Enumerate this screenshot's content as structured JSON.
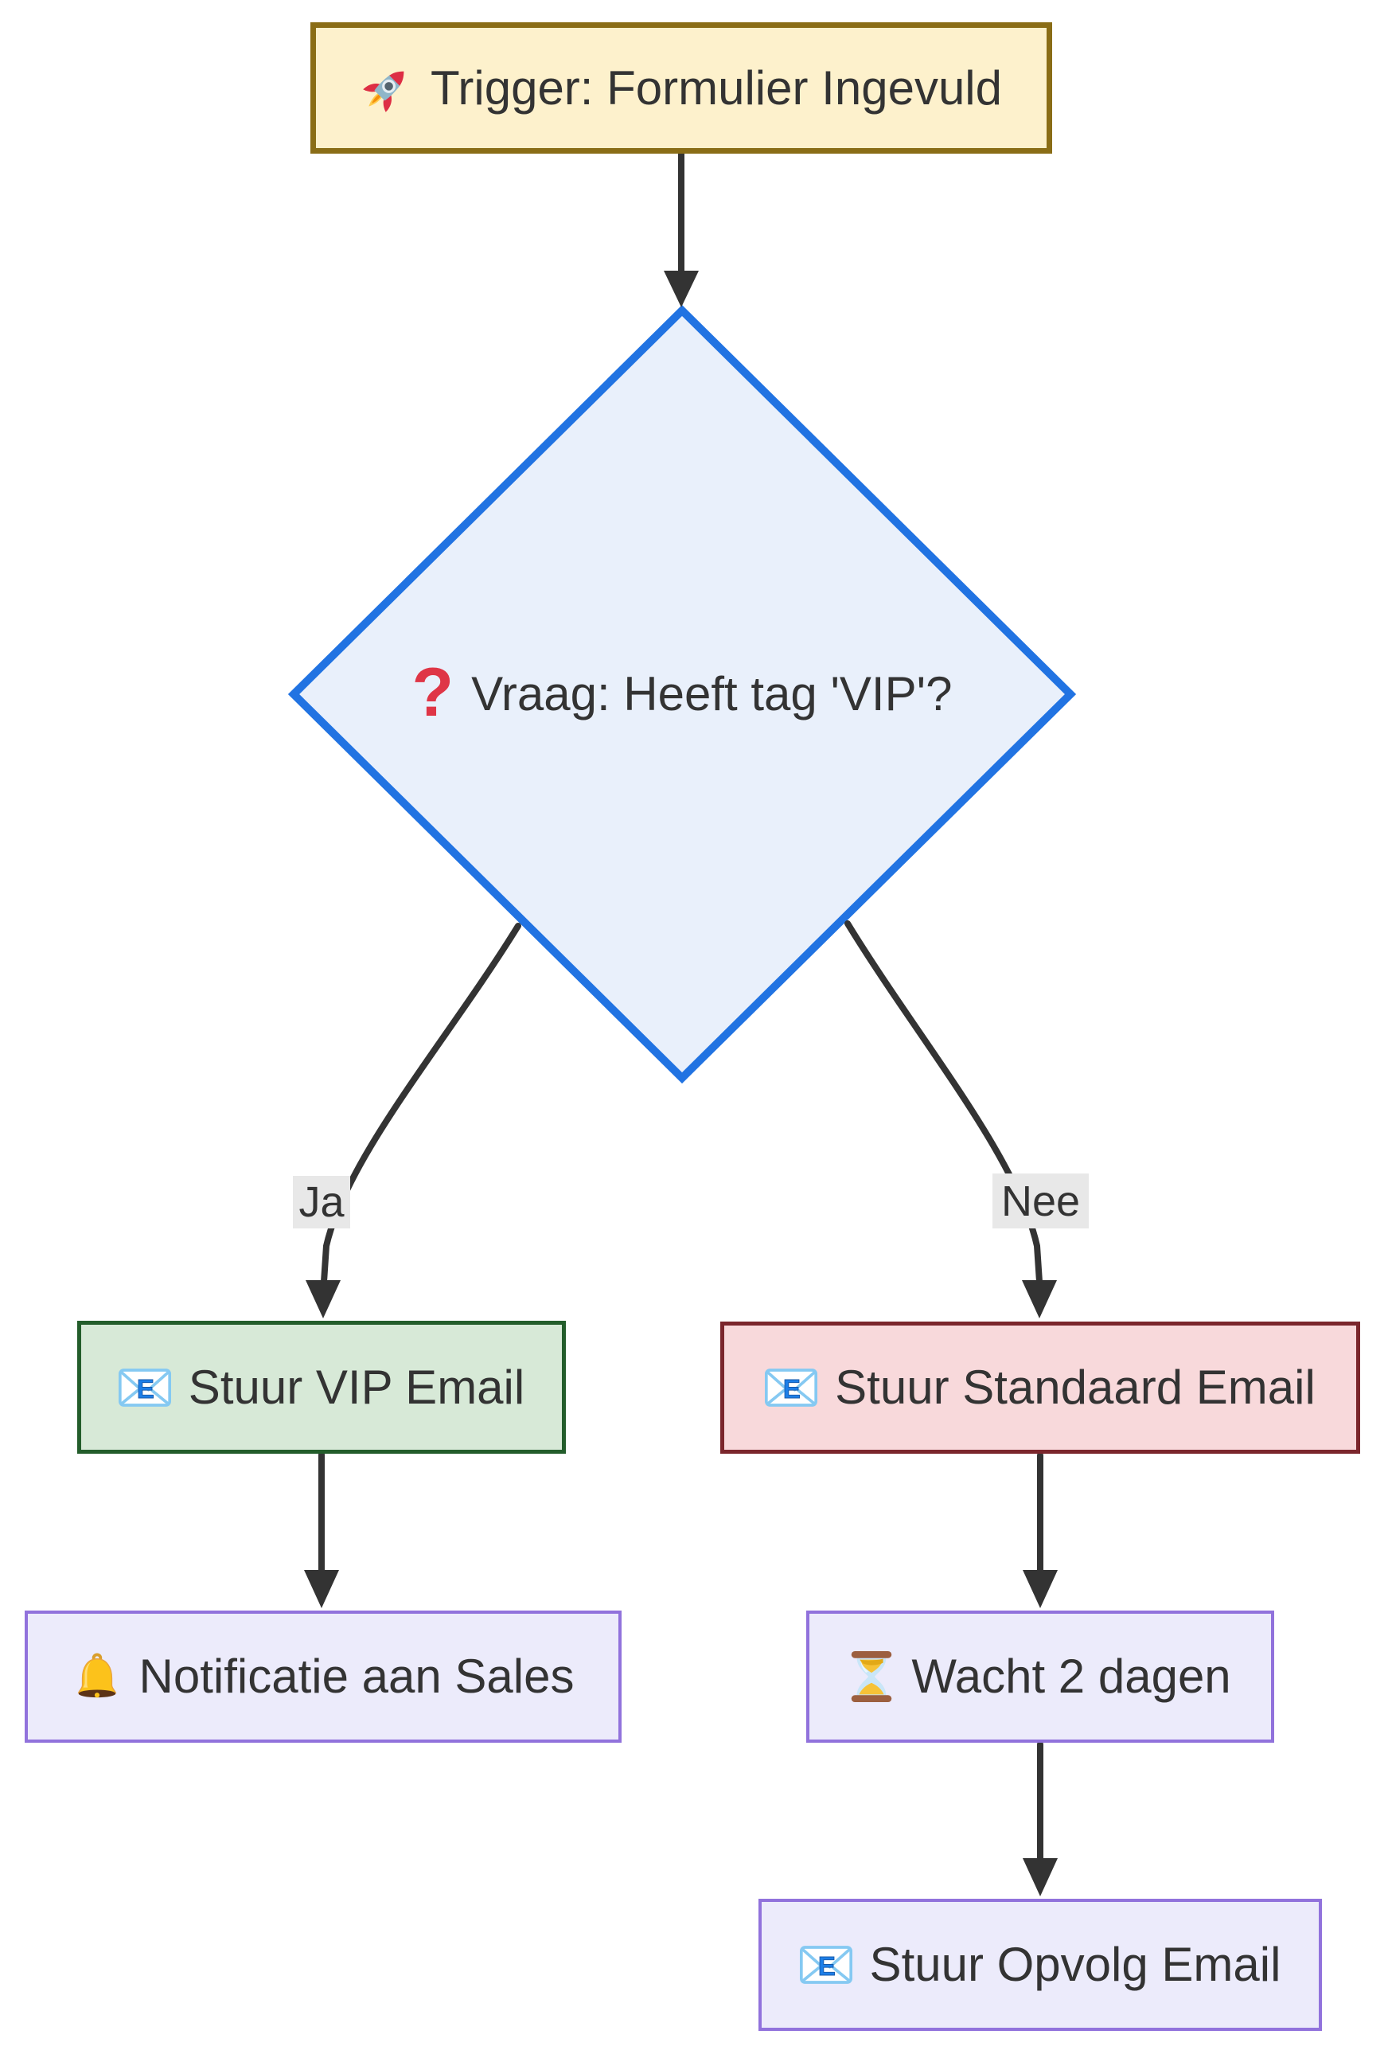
{
  "diagram": {
    "type": "flowchart",
    "background": "#FFFFFF",
    "edge_color": "#333333",
    "text_color": "#333333",
    "nodes": {
      "trigger": {
        "label": "Trigger: Formulier Ingevuld",
        "icon": "rocket-icon",
        "fill": "#FDF1CC",
        "border": "#8A6D16"
      },
      "decision": {
        "label": "Vraag: Heeft tag 'VIP'?",
        "icon": "question-mark-icon",
        "icon_glyph": "?",
        "shape": "diamond",
        "fill": "#E9F0FB",
        "border": "#2173E2"
      },
      "vip_email": {
        "label": "Stuur VIP Email",
        "icon": "email-icon",
        "fill": "#D7E9D7",
        "border": "#235D2B"
      },
      "standard_email": {
        "label": "Stuur Standaard Email",
        "icon": "email-icon",
        "fill": "#F8D9DB",
        "border": "#7B262C"
      },
      "notify_sales": {
        "label": "Notificatie aan Sales",
        "icon": "bell-icon",
        "fill": "#ECEBFB",
        "border": "#9172DC"
      },
      "wait": {
        "label": "Wacht 2 dagen",
        "icon": "hourglass-icon",
        "fill": "#ECEBFB",
        "border": "#9172DC"
      },
      "followup_email": {
        "label": "Stuur Opvolg Email",
        "icon": "email-icon",
        "fill": "#ECEBFB",
        "border": "#9172DC"
      }
    },
    "edges": {
      "yes_label": "Ja",
      "no_label": "Nee",
      "label_background": "#E8E8E8"
    }
  }
}
